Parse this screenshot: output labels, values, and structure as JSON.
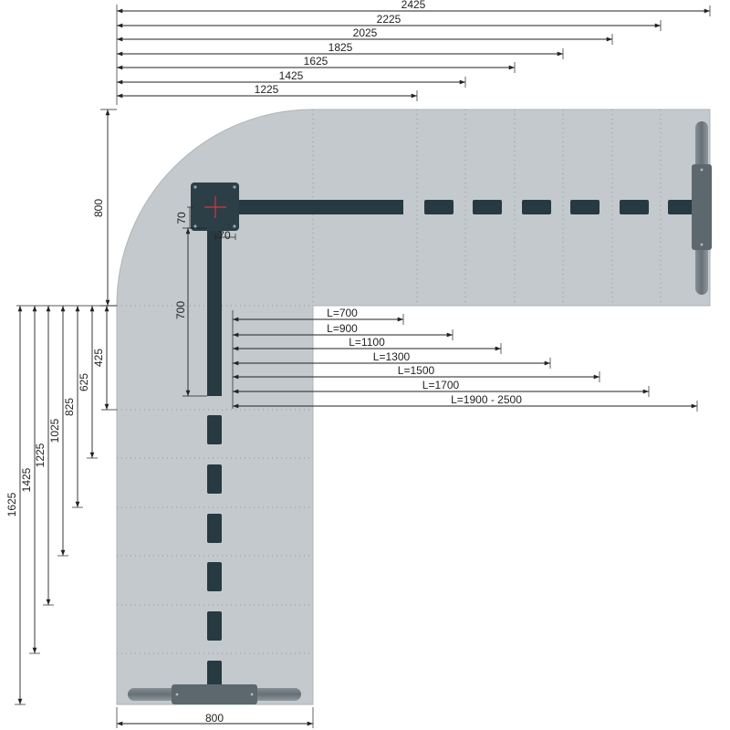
{
  "colors": {
    "desk_top": "#c4c9cd",
    "frame": "#273a42",
    "dimension_line": "#222222",
    "marker": "#e0303c"
  },
  "top_dimensions": [
    "2425",
    "2225",
    "2025",
    "1825",
    "1625",
    "1425",
    "1225"
  ],
  "left_dimensions": [
    "1625",
    "1425",
    "1225",
    "1025",
    "825",
    "625",
    "425"
  ],
  "depth_top": "800",
  "depth_bottom": "800",
  "leg_length": "700",
  "offset_70": "70",
  "offset_70_b": "70",
  "beam_lengths": [
    "L=700",
    "L=900",
    "L=1100",
    "L=1300",
    "L=1500",
    "L=1700",
    "L=1900 - 2500"
  ],
  "icons": {
    "corner_leg": "square-foot-plate-icon",
    "center_marker": "crosshair-icon",
    "right_foot": "t-foot-icon",
    "bottom_foot": "t-foot-icon"
  }
}
